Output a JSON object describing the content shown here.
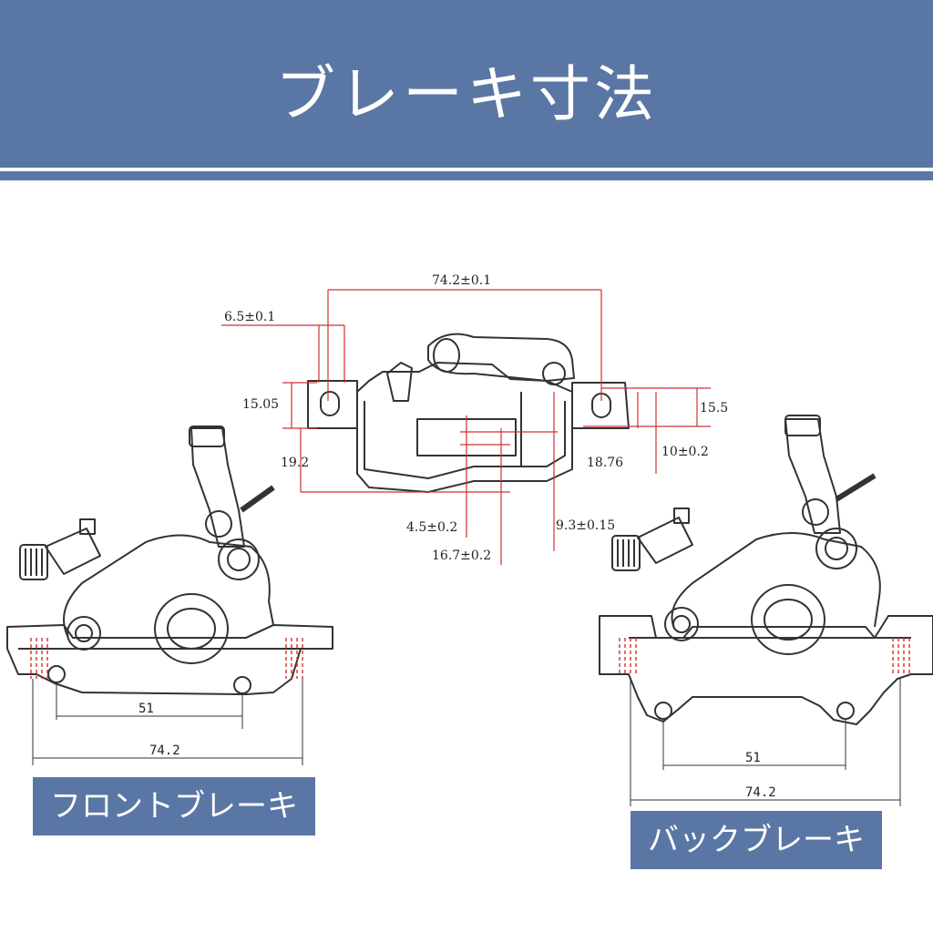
{
  "title": "ブレーキ寸法",
  "front_label": "フロントブレーキ",
  "back_label": "バックブレーキ",
  "center_dims": {
    "width": "74.2±0.1",
    "hole": "6.5±0.1",
    "h1": "15.05",
    "h2": "19.2",
    "h3": "15.5",
    "h4": "10±0.2",
    "h5": "18.76",
    "w1": "4.5±0.2",
    "w2": "16.7±0.2",
    "w3": "9.3±0.15"
  },
  "front_dims": {
    "inner": "51",
    "outer": "74.2"
  },
  "back_dims": {
    "inner": "51",
    "outer": "74.2"
  },
  "colors": {
    "header": "#5a76a4",
    "dimension_line": "#d23030",
    "outline": "#333333"
  }
}
